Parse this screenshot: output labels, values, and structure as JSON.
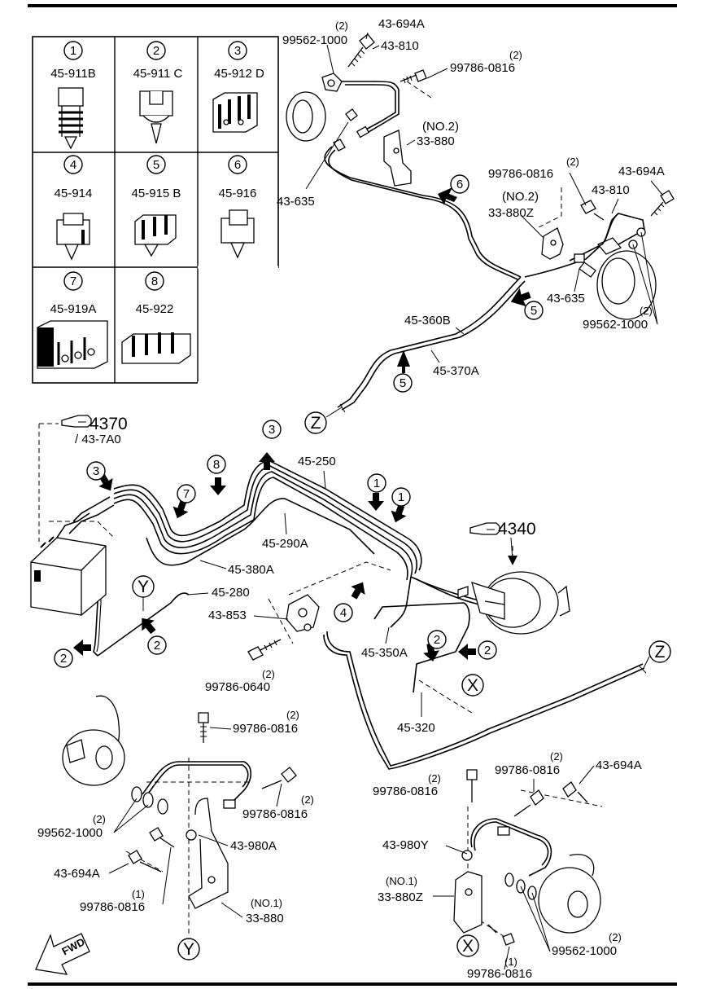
{
  "clip_table": {
    "cells": [
      {
        "num": "1",
        "part": "45-911B"
      },
      {
        "num": "2",
        "part": "45-911 C"
      },
      {
        "num": "3",
        "part": "45-912 D"
      },
      {
        "num": "4",
        "part": "45-914"
      },
      {
        "num": "5",
        "part": "45-915 B"
      },
      {
        "num": "6",
        "part": "45-916"
      },
      {
        "num": "7",
        "part": "45-919A"
      },
      {
        "num": "8",
        "part": "45-922"
      }
    ]
  },
  "ref_4370": {
    "main": "4370",
    "sub": "/ 43-7A0"
  },
  "ref_4340": "4340",
  "labels": {
    "p_99562_1000_tl": "99562-1000",
    "q2_a": "(2)",
    "p_43_694A_top": "43-694A",
    "p_43_810_top": "43-810",
    "q2_b": "(2)",
    "p_99786_0816_top": "99786-0816",
    "no2_a": "(NO.2)",
    "p_33_880_top": "33-880",
    "p_43_635_left": "43-635",
    "q2_c": "(2)",
    "p_99786_0816_right": "99786-0816",
    "p_43_694A_right": "43-694A",
    "p_43_810_right": "43-810",
    "no2_b": "(NO.2)",
    "p_33_880Z_top": "33-880Z",
    "p_43_635_right": "43-635",
    "q2_d": "(2)",
    "p_99562_1000_right": "99562-1000",
    "p_45_360B": "45-360B",
    "p_45_370A": "45-370A",
    "p_45_250": "45-250",
    "p_45_290A": "45-290A",
    "p_45_380A": "45-380A",
    "p_45_280": "45-280",
    "p_43_853": "43-853",
    "q2_e": "(2)",
    "p_99786_0640": "99786-0640",
    "p_45_350A": "45-350A",
    "p_45_320": "45-320",
    "q2_f": "(2)",
    "p_99786_0816_mid": "99786-0816",
    "q2_g": "(2)",
    "p_99786_0816_mid2": "99786-0816",
    "p_43_980A": "43-980A",
    "q2_h": "(2)",
    "p_99562_1000_left": "99562-1000",
    "p_43_694A_left": "43-694A",
    "q1_a": "(1)",
    "p_99786_0816_low": "99786-0816",
    "no1_a": "(NO.1)",
    "p_33_880_low": "33-880",
    "q2_i": "(2)",
    "p_99786_0816_br1": "99786-0816",
    "q2_j": "(2)",
    "p_99786_0816_br2": "99786-0816",
    "p_43_694A_br": "43-694A",
    "p_43_980Y": "43-980Y",
    "no1_b": "(NO.1)",
    "p_33_880Z_low": "33-880Z",
    "q1_b": "(1)",
    "p_99786_0816_bot": "99786-0816",
    "q2_k": "(2)",
    "p_99562_1000_bot": "99562-1000"
  },
  "callouts": {
    "z": "Z",
    "y": "Y",
    "x": "X",
    "n1": "1",
    "n2": "2",
    "n3": "3",
    "n4": "4",
    "n5": "5",
    "n6": "6",
    "n7": "7",
    "n8": "8"
  },
  "fwd": "FWD"
}
